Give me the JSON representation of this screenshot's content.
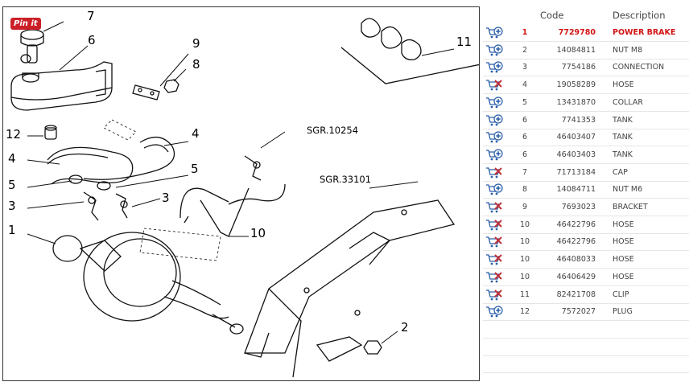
{
  "pin_button": {
    "label": "Pin it"
  },
  "diagram": {
    "labels": {
      "n7": "7",
      "n6": "6",
      "n9": "9",
      "n8": "8",
      "n11": "11",
      "n12": "12",
      "n4a": "4",
      "n4b": "4",
      "n5a": "5",
      "n5b": "5",
      "n3a": "3",
      "n3b": "3",
      "n1": "1",
      "n10": "10",
      "n2": "2",
      "sgr1": "SGR.10254",
      "sgr2": "SGR.33101"
    }
  },
  "table": {
    "headers": {
      "code": "Code",
      "description": "Description"
    },
    "rows": [
      {
        "pos": "1",
        "code": "7729780",
        "desc": "POWER BRAKE",
        "icon": "cart-add-icon",
        "highlight": true
      },
      {
        "pos": "2",
        "code": "14084811",
        "desc": "NUT M8",
        "icon": "cart-add-icon"
      },
      {
        "pos": "3",
        "code": "7754186",
        "desc": "CONNECTION",
        "icon": "cart-add-icon"
      },
      {
        "pos": "4",
        "code": "19058289",
        "desc": "HOSE",
        "icon": "cart-remove-icon"
      },
      {
        "pos": "5",
        "code": "13431870",
        "desc": "COLLAR",
        "icon": "cart-add-icon"
      },
      {
        "pos": "6",
        "code": "7741353",
        "desc": "TANK",
        "icon": "cart-add-icon"
      },
      {
        "pos": "6",
        "code": "46403407",
        "desc": "TANK",
        "icon": "cart-add-icon"
      },
      {
        "pos": "6",
        "code": "46403403",
        "desc": "TANK",
        "icon": "cart-add-icon"
      },
      {
        "pos": "7",
        "code": "71713184",
        "desc": "CAP",
        "icon": "cart-remove-icon"
      },
      {
        "pos": "8",
        "code": "14084711",
        "desc": "NUT M6",
        "icon": "cart-add-icon"
      },
      {
        "pos": "9",
        "code": "7693023",
        "desc": "BRACKET",
        "icon": "cart-remove-icon"
      },
      {
        "pos": "10",
        "code": "46422796",
        "desc": "HOSE",
        "icon": "cart-remove-icon"
      },
      {
        "pos": "10",
        "code": "46422796",
        "desc": "HOSE",
        "icon": "cart-remove-icon"
      },
      {
        "pos": "10",
        "code": "46408033",
        "desc": "HOSE",
        "icon": "cart-remove-icon"
      },
      {
        "pos": "10",
        "code": "46406429",
        "desc": "HOSE",
        "icon": "cart-remove-icon"
      },
      {
        "pos": "11",
        "code": "82421708",
        "desc": "CLIP",
        "icon": "cart-remove-icon"
      },
      {
        "pos": "12",
        "code": "7572027",
        "desc": "PLUG",
        "icon": "cart-add-icon"
      }
    ]
  },
  "colors": {
    "highlight": "#d21414",
    "cart_add": "#2a5ea8",
    "cart_remove": "#c0303a"
  }
}
